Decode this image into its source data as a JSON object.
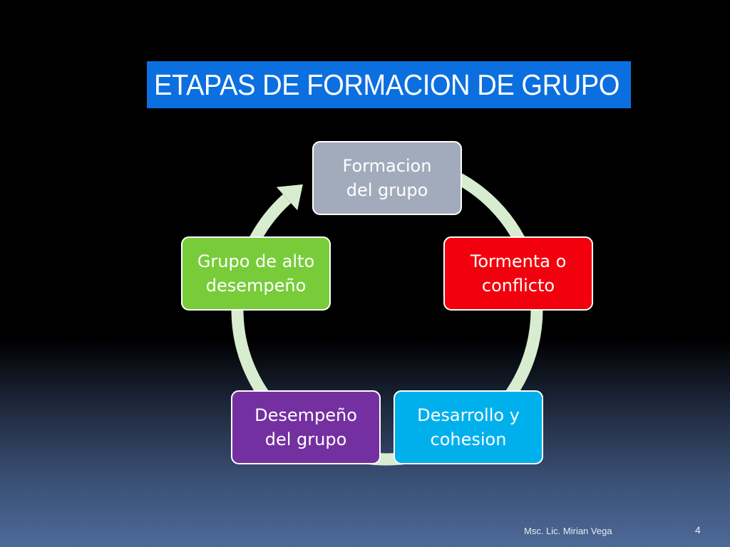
{
  "title": "ETAPAS DE FORMACION DE GRUPO",
  "colors": {
    "title_background": "#0c6fe0",
    "cycle_arrow": "#d8ecd0",
    "node_border": "#ffffff"
  },
  "diagram": {
    "type": "cycle",
    "nodes": [
      {
        "id": "formacion",
        "label": "Formacion\ndel grupo",
        "color": "#a2abbb"
      },
      {
        "id": "tormenta",
        "label": "Tormenta o\nconflicto",
        "color": "#f2000d"
      },
      {
        "id": "desarrollo",
        "label": "Desarrollo y\ncohesion",
        "color": "#00b0ec"
      },
      {
        "id": "desempeno",
        "label": "Desempeño\ndel grupo",
        "color": "#7430a0"
      },
      {
        "id": "alto",
        "label": "Grupo de alto\ndesempeño",
        "color": "#78cc3a"
      }
    ],
    "edges": [
      {
        "from": "formacion",
        "to": "tormenta"
      },
      {
        "from": "tormenta",
        "to": "desarrollo"
      },
      {
        "from": "desarrollo",
        "to": "desempeno"
      },
      {
        "from": "desempeno",
        "to": "alto"
      },
      {
        "from": "alto",
        "to": "formacion"
      }
    ]
  },
  "footer": {
    "author": "Msc. Lic. Mirian Vega",
    "page_number": "4"
  }
}
